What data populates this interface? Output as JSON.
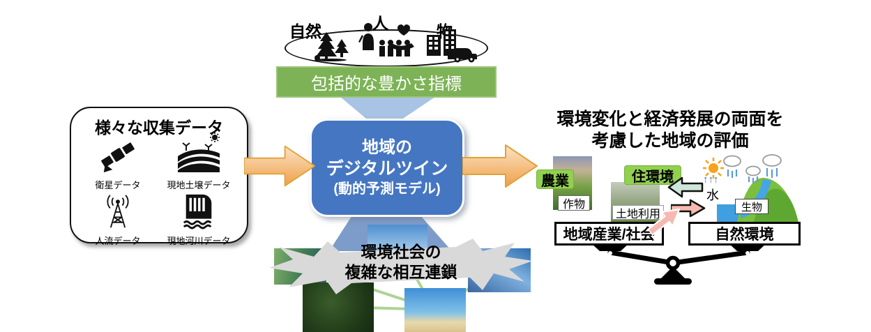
{
  "ellipse": {
    "labels": [
      "自然",
      "人",
      "物"
    ]
  },
  "indicator": {
    "label": "包括的な豊かさ指標"
  },
  "inputs": {
    "title": "様々な収集データ",
    "items": [
      {
        "icon": "satellite-icon",
        "label": "衛星データ"
      },
      {
        "icon": "soil-field-icon",
        "label": "現地土壌データ"
      },
      {
        "icon": "antenna-icon",
        "label": "人流データ"
      },
      {
        "icon": "dam-river-icon",
        "label": "現地河川データ"
      }
    ]
  },
  "core": {
    "line1": "地域の",
    "line2": "デジタルツイン",
    "line3": "(動的予測モデル)"
  },
  "evaluation": {
    "title1": "環境変化と経済発展の両面を",
    "title2": "考慮した地域の評価",
    "agriculture": "農業",
    "crops": "作物",
    "living_env": "住環境",
    "land_use": "土地利用",
    "water": "水",
    "organisms": "生物",
    "industry_box": "地域産業/社会",
    "nature_box": "自然環境"
  },
  "interlink": {
    "line1": "環境社会の",
    "line2": "複雑な相互連鎖"
  },
  "icons": {
    "satellite-icon": "satellite",
    "soil-field-icon": "farm field with sun",
    "antenna-icon": "radio antenna tower",
    "dam-river-icon": "dam and river",
    "trees-icon": "forest trees",
    "people-heart-icon": "people with heart in hand",
    "buildings-car-icon": "buildings and car",
    "balance-scale-icon": "balance scale",
    "sun-icon": "sun",
    "rain-clouds-icon": "rain clouds",
    "up-arrows-icon": "↑↑↑"
  },
  "colors": {
    "indicator_green": "#7db356",
    "core_blue": "#4576c2",
    "funnel_light": "#a9c3e5",
    "funnel_dark": "#7e9cca",
    "arrow_orange": "#efa049",
    "label_green": "#92d050",
    "arrow_mint": "#cfe7da",
    "arrow_pink": "#f6b9b2",
    "burst_gray": "#d9d9d9",
    "link_green": "#a9d18e"
  }
}
